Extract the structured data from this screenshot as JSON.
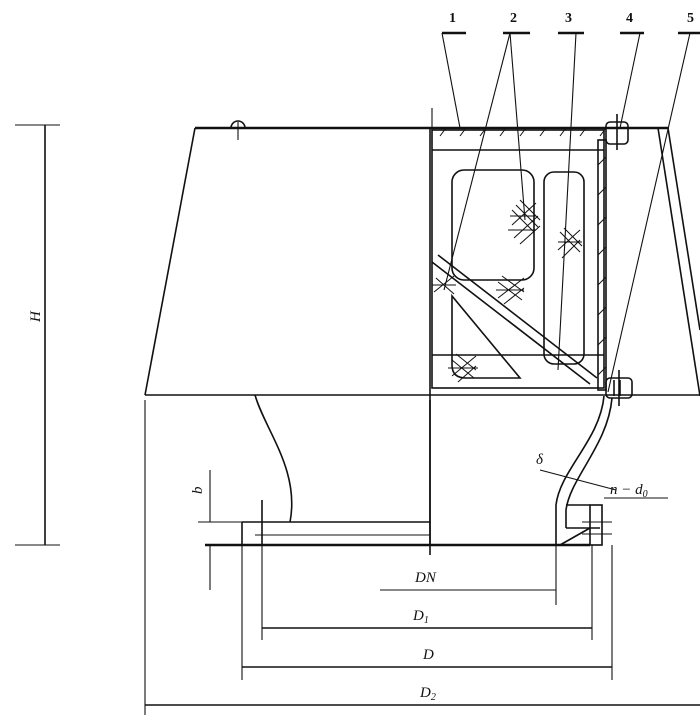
{
  "callouts": [
    "1",
    "2",
    "3",
    "4",
    "5"
  ],
  "dimensions": {
    "H": "H",
    "b": "b",
    "DN": "DN",
    "D1": "D",
    "D1_sub": "1",
    "D": "D",
    "D2": "D",
    "D2_sub": "2",
    "delta": "δ",
    "bolts": "n − d",
    "bolts_sub": "0"
  }
}
